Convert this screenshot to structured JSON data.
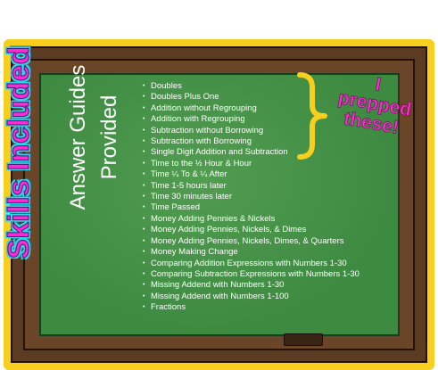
{
  "vertical_titles": {
    "skills_included": "Skills Included",
    "answer_line1": "Answer Guides",
    "answer_line2": "Provided"
  },
  "callout": {
    "line1": "I",
    "line2": "prepped",
    "line3": "these!"
  },
  "skills": [
    "Doubles",
    "Doubles Plus One",
    "Addition without Regrouping",
    "Addition with Regrouping",
    "Subtraction without Borrowing",
    "Subtraction with Borrowing",
    "Single Digit Addition and Subtraction",
    "Time to the ½ Hour & Hour",
    "Time ¼ To & ¼ After",
    "Time 1-5 hours later",
    "Time 30 minutes later",
    "Time Passed",
    "Money Adding Pennies & Nickels",
    "Money Adding Pennies, Nickels, & Dimes",
    "Money Adding Pennies, Nickels, Dimes, & Quarters",
    "Money Making Change",
    "Comparing Addition Expressions with Numbers 1-30",
    "Comparing Subtraction Expressions with Numbers 1-30",
    "Missing Addend with Numbers 1-30",
    "Missing Addend with Numbers 1-100",
    "Fractions"
  ],
  "colors": {
    "background": "#f7cf1c",
    "frame": "#5b3b22",
    "chalkboard": "#3d8a41",
    "accent_pink": "#ff2ad2",
    "accent_cyan": "#37d1e8",
    "brace_yellow": "#f7cf1c"
  }
}
